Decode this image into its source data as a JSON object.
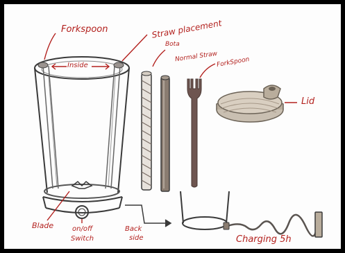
{
  "colors": {
    "ink": "#3a3a3a",
    "label_red": "#b3211e",
    "straw_brown": "#8a7c70",
    "forkspoon_brown": "#6e5550",
    "lid_tan": "#b9ad9c",
    "frame": "#000000"
  },
  "labels": {
    "forkspoon_top": "Forkspoon",
    "straw_placement": "Straw placement",
    "inside": "Inside",
    "bota": "Bota",
    "normal_straw": "Normal Straw",
    "forkspoon_item": "ForkSpoon",
    "lid": "Lid",
    "blade": "Blade",
    "onoff": "on/off",
    "switch": "Switch",
    "back": "Back",
    "side": "side",
    "charging": "Charging 5h"
  }
}
